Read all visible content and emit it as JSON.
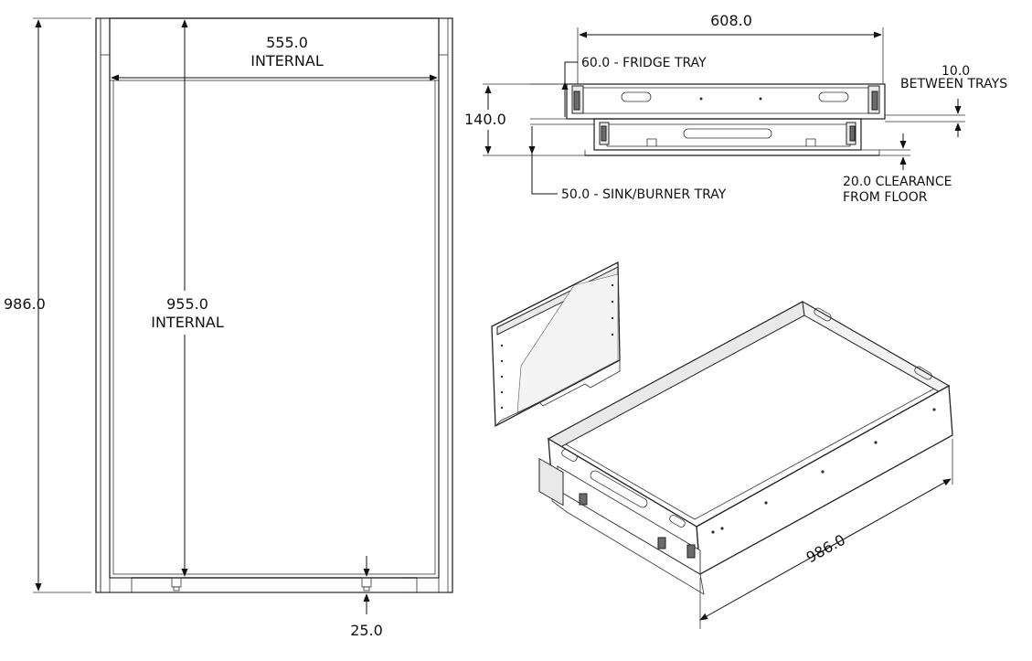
{
  "front_view": {
    "height_total": "986.0",
    "width_internal_value": "555.0",
    "width_internal_label": "INTERNAL",
    "height_internal_value": "955.0",
    "height_internal_label": "INTERNAL",
    "foot_height": "25.0"
  },
  "side_view": {
    "overall_width": "608.0",
    "fridge_tray": "60.0 - FRIDGE TRAY",
    "between_trays_value": "10.0",
    "between_trays_label": "BETWEEN TRAYS",
    "total_height": "140.0",
    "floor_clearance_line1": "20.0 CLEARANCE",
    "floor_clearance_line2": "FROM FLOOR",
    "sink_burner_tray": "50.0 - SINK/BURNER TRAY"
  },
  "iso_view": {
    "length": "986.0"
  }
}
